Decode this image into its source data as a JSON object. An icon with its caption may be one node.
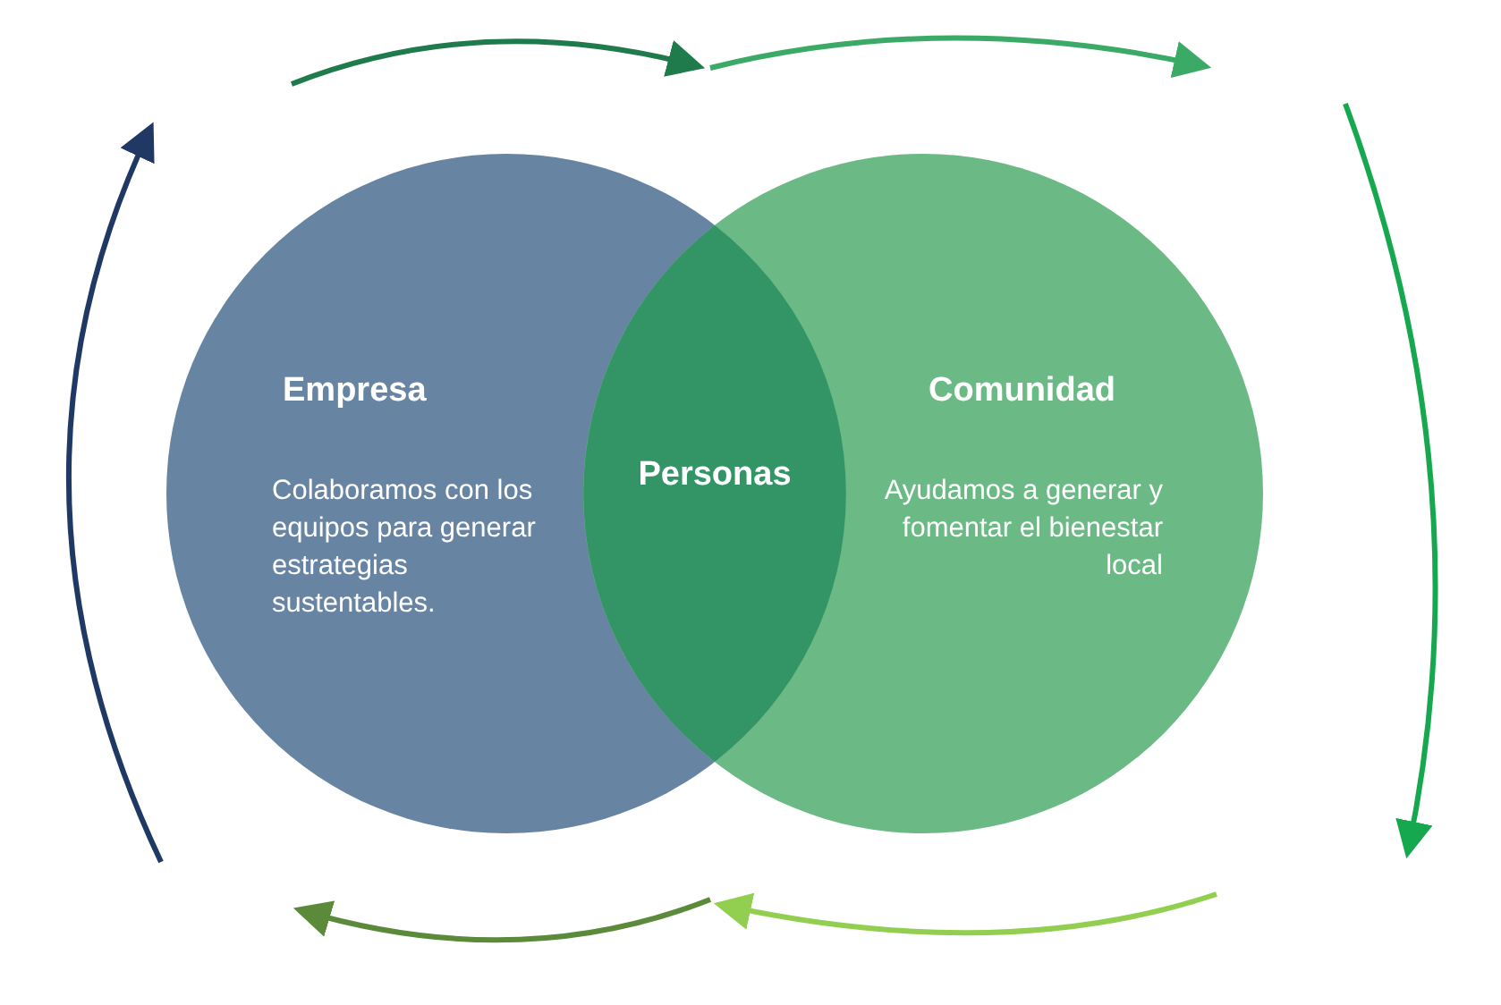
{
  "diagram": {
    "nodes": [
      {
        "text": [
          "Empresa",
          "Colaboramos con los equipos para generar estrategias sustentables."
        ]
      },
      {
        "text": [
          "Comunidad",
          "Ayudamos a generar y fomentar el bienestar local"
        ]
      },
      {
        "text": [
          "Personas"
        ]
      }
    ],
    "edges": []
  }
}
